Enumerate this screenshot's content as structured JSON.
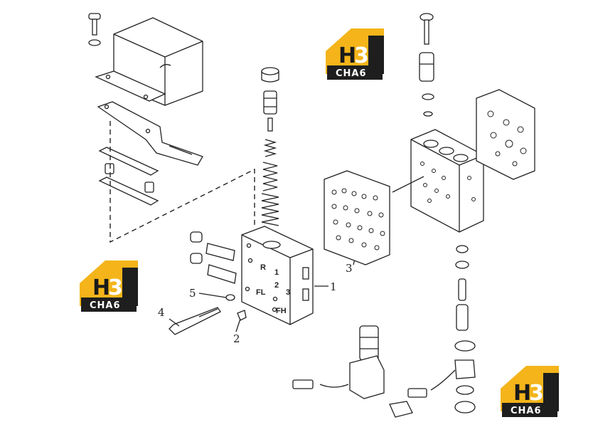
{
  "diagram": {
    "callouts": {
      "c1": "1",
      "c2": "2",
      "c3": "3",
      "c4": "4",
      "c5": "5"
    },
    "port_labels": {
      "r": "R",
      "one": "1",
      "two": "2",
      "three": "3",
      "fl": "FL",
      "fh": "FH"
    }
  },
  "watermark": {
    "letter": "H",
    "digit": "3",
    "word": "CHA6",
    "colors": {
      "gold": "#f4b41a",
      "dark": "#1e1e1e"
    }
  }
}
